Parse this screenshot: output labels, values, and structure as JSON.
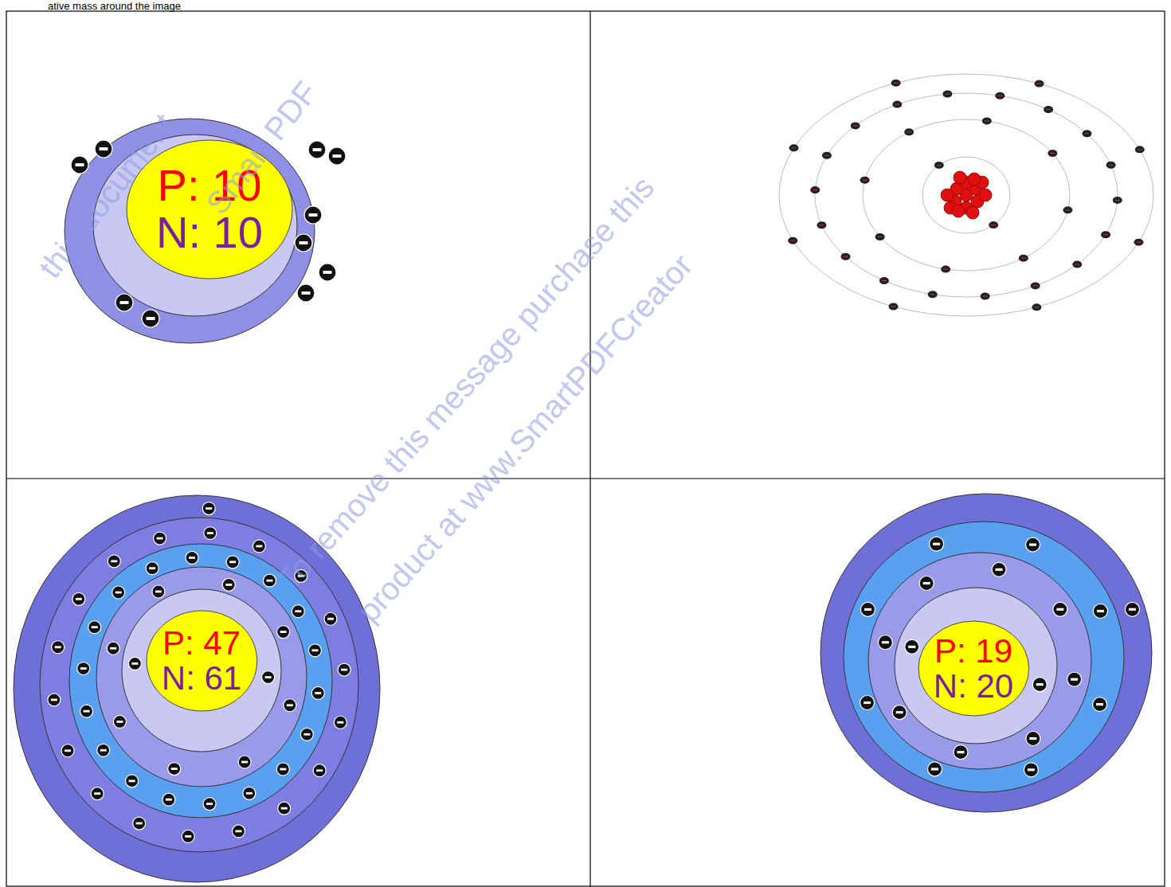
{
  "diagram": {
    "nodes": [
      {
        "text": [
          "P: 10",
          "N: 10"
        ]
      },
      {
        "text": [
          "P: 47",
          "N: 61"
        ]
      },
      {
        "text": [
          "P: 19",
          "N: 20"
        ]
      }
    ],
    "labels": [
      "ative mass around the image",
      "this document",
      "Smart PDF",
      "To remove this message purchase this",
      "product at www.SmartPDFCreator"
    ]
  }
}
